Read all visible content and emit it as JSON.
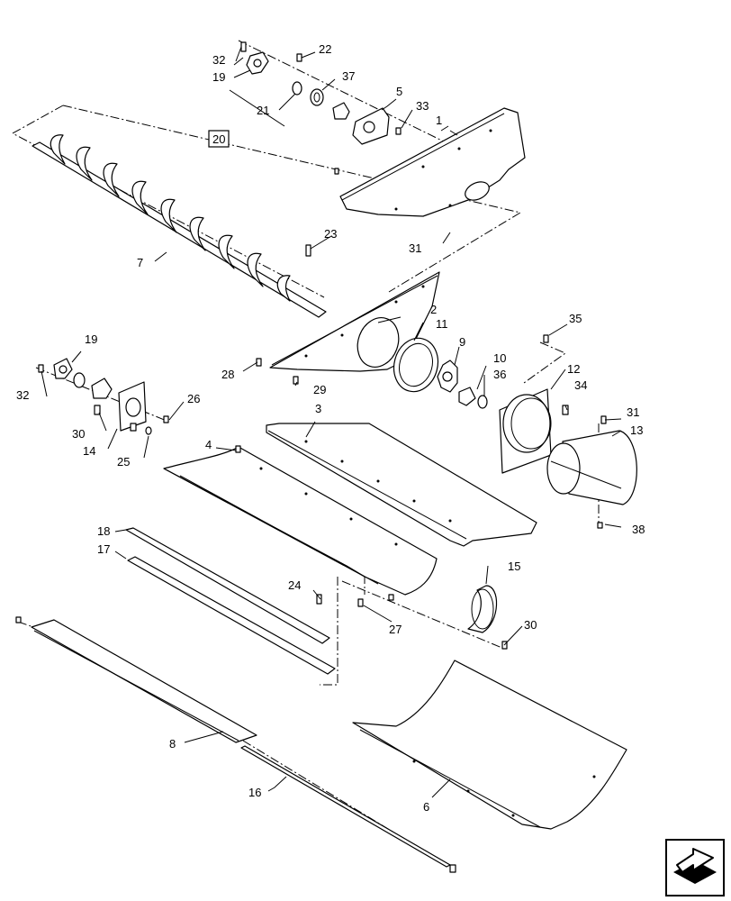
{
  "diagram": {
    "callouts": [
      "1",
      "2",
      "3",
      "4",
      "5",
      "6",
      "7",
      "8",
      "9",
      "10",
      "11",
      "12",
      "13",
      "14",
      "15",
      "16",
      "17",
      "18",
      "19",
      "19",
      "20",
      "21",
      "22",
      "23",
      "24",
      "25",
      "26",
      "27",
      "28",
      "29",
      "30",
      "30",
      "31",
      "31",
      "32",
      "32",
      "33",
      "34",
      "35",
      "36",
      "37",
      "38"
    ],
    "boxed_callout": "20",
    "nav_icon": "next-page-arrow-icon"
  }
}
